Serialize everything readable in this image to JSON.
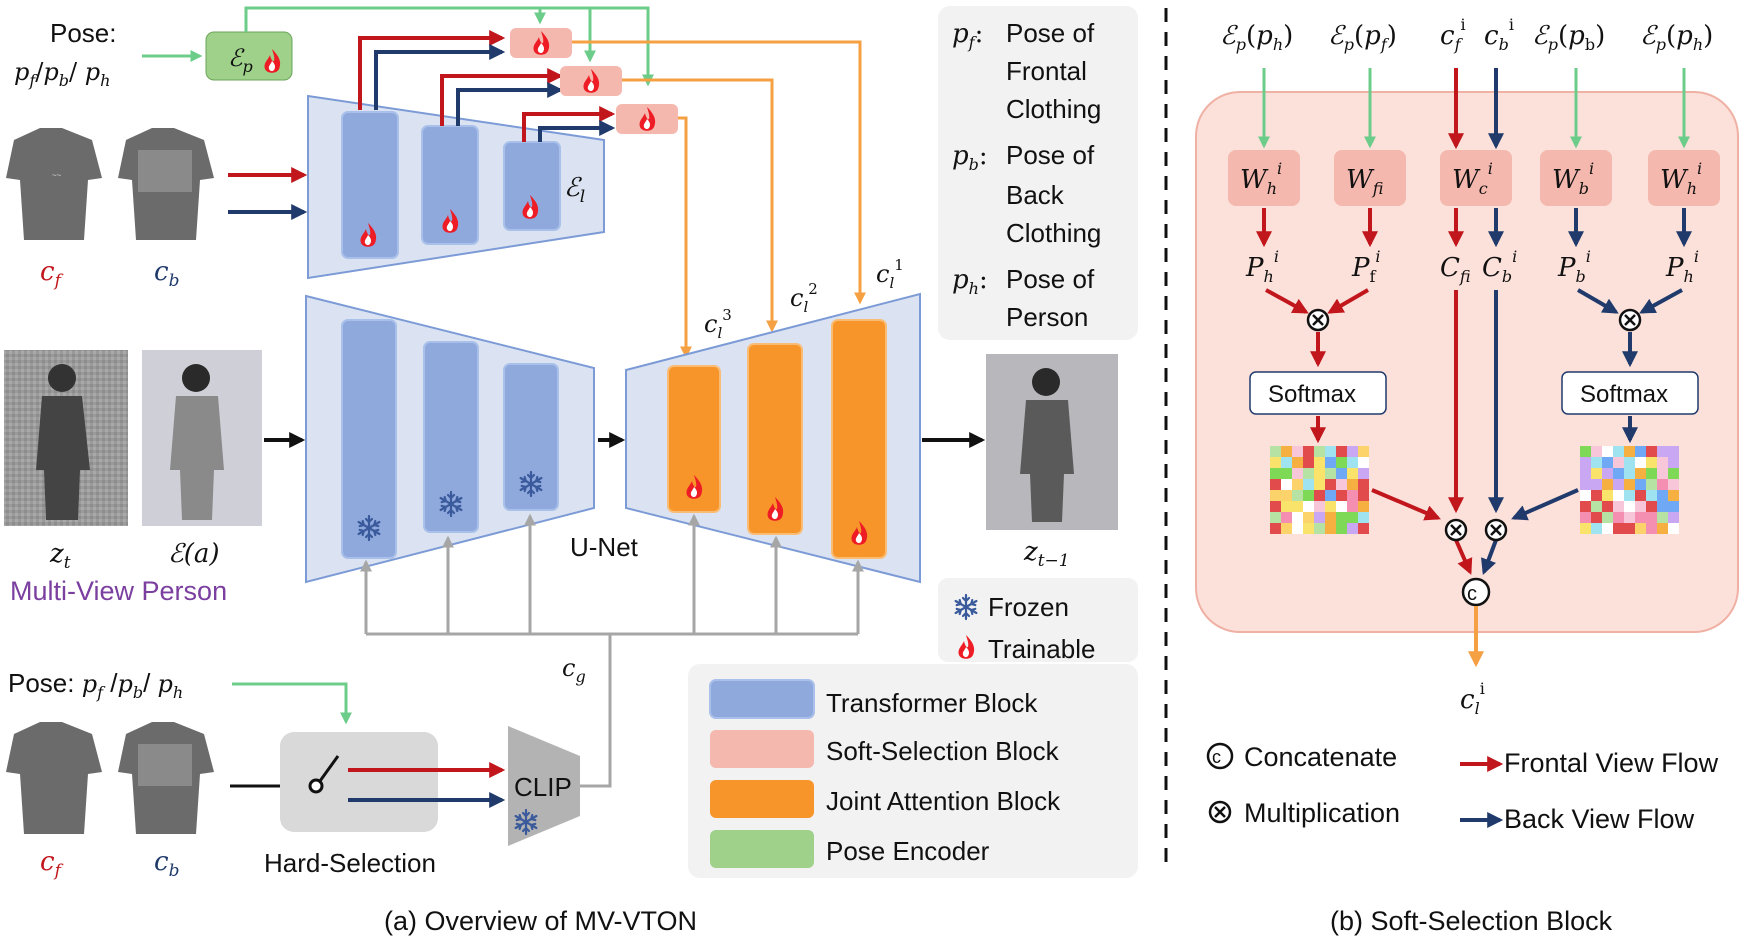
{
  "colors": {
    "frontal": "#c0161c",
    "back": "#1f3a6b",
    "pose": "#6ccc8a",
    "joint": "#f5a043",
    "gray": "#a6a6a6",
    "transformer_block": "#8fa9dd",
    "soft_selection_block": "#f4b8ae",
    "joint_attention_block": "#f7952a",
    "pose_encoder_block": "#9fd18a",
    "purple_label": "#7b3fa0"
  },
  "panel_a": {
    "caption": "(a) Overview of MV-VTON",
    "pose_top_label": "Pose:",
    "pose_top_vars": "p_f / p_b / p_h",
    "pose_encoder_label": "ℰ_p",
    "image_encoder_label": "ℰ_l",
    "unet_label": "U-Net",
    "c_f_label": "c_f",
    "c_b_label": "c_b",
    "c_l1": "c_l^1",
    "c_l2": "c_l^2",
    "c_l3": "c_l^3",
    "c_g": "c_g",
    "z_t": "z_t",
    "enc_a": "ℰ(a)",
    "z_t1": "z_{t−1}",
    "multi_view_label": "Multi-View Person",
    "pose_bottom_label": "Pose: p_f / p_b / p_h",
    "hard_selection_label": "Hard-Selection",
    "clip_label": "CLIP"
  },
  "pose_legend": {
    "items": [
      {
        "sym": "p_f",
        "text": [
          "Pose of",
          "Frontal",
          "Clothing"
        ]
      },
      {
        "sym": "p_b",
        "text": [
          "Pose of",
          "Back",
          "Clothing"
        ]
      },
      {
        "sym": "p_h",
        "text": [
          "Pose of",
          "Person"
        ]
      }
    ]
  },
  "legend": {
    "frozen": "Frozen",
    "trainable": "Trainable",
    "blocks": [
      {
        "label": "Transformer Block",
        "color": "#8fa9dd"
      },
      {
        "label": "Soft-Selection Block",
        "color": "#f4b8ae"
      },
      {
        "label": "Joint Attention Block",
        "color": "#f7952a"
      },
      {
        "label": "Pose Encoder",
        "color": "#9fd18a"
      }
    ]
  },
  "panel_b": {
    "caption": "(b) Soft-Selection Block",
    "inputs": [
      "ℰp(ph)",
      "ℰp(pf)",
      "cf^i",
      "cb^i",
      "ℰp(pb)",
      "ℰp(ph)"
    ],
    "weights": [
      "Wh^i",
      "Wf^i",
      "Wc^i",
      "Wb^i",
      "Wh^i"
    ],
    "projections": [
      "Ph^i",
      "Pf^i",
      "Cf^i",
      "Cb^i",
      "Pb^i",
      "Ph^i"
    ],
    "softmax": "Softmax",
    "output": "cl^i",
    "legend": {
      "concatenate": "Concatenate",
      "multiplication": "Multiplication",
      "frontal_flow": "Frontal View Flow",
      "back_flow": "Back View Flow"
    }
  }
}
